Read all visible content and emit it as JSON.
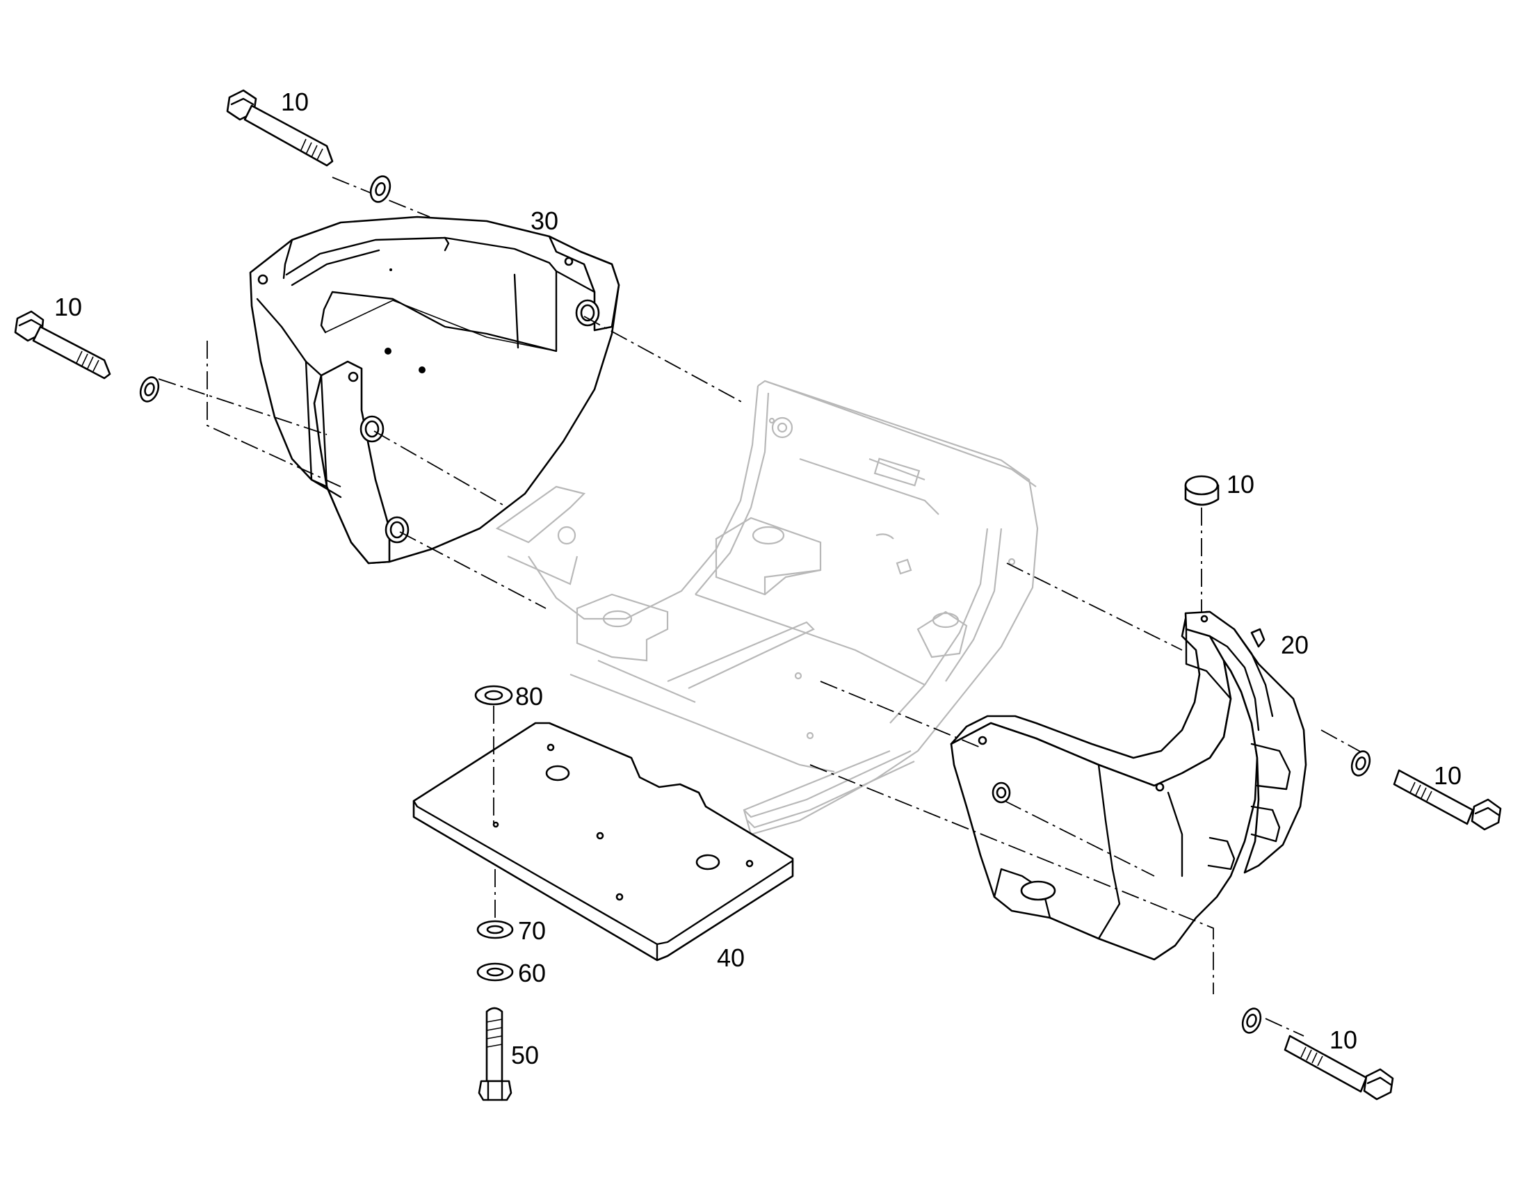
{
  "diagram": {
    "type": "exploded-parts-drawing",
    "callouts": {
      "bolt_top_left": "10",
      "bolt_mid_left": "10",
      "plug_right": "10",
      "bolt_right_mid": "10",
      "bolt_right_low": "10",
      "cover_right": "20",
      "cover_left": "30",
      "plate": "40",
      "bolt_bottom": "50",
      "washer_60": "60",
      "washer_70": "70",
      "washer_80": "80"
    }
  }
}
